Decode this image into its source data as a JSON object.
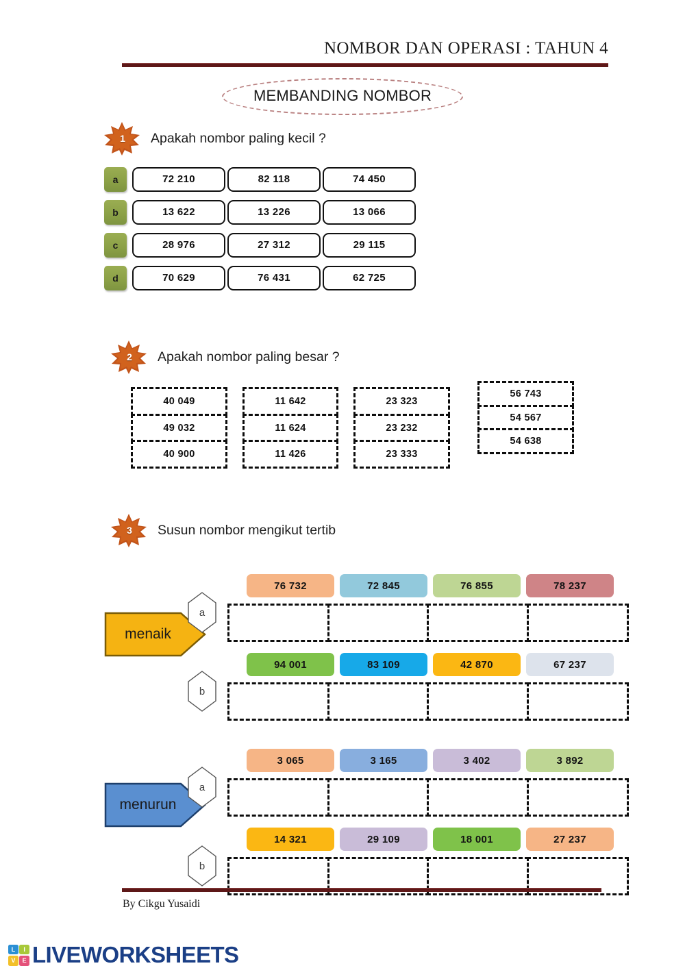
{
  "header": {
    "title": "NOMBOR DAN OPERASI : TAHUN 4",
    "topic": "MEMBANDING NOMBOR",
    "rule_color": "#5d1818",
    "topic_border_color": "#b98080"
  },
  "sections": [
    {
      "number": "1",
      "prompt": "Apakah nombor paling kecil ?",
      "rows": [
        {
          "label": "a",
          "values": [
            "72 210",
            "82 118",
            "74 450"
          ]
        },
        {
          "label": "b",
          "values": [
            "13 622",
            "13 226",
            "13 066"
          ]
        },
        {
          "label": "c",
          "values": [
            "28 976",
            "27 312",
            "29 115"
          ]
        },
        {
          "label": "d",
          "values": [
            "70 629",
            "76 431",
            "62 725"
          ]
        }
      ],
      "badge_color": "#8ba046"
    },
    {
      "number": "2",
      "prompt": "Apakah nombor paling besar ?",
      "groups": [
        {
          "values": [
            "40 049",
            "49 032",
            "40 900"
          ]
        },
        {
          "values": [
            "11 642",
            "11 624",
            "11 426"
          ]
        },
        {
          "values": [
            "23 323",
            "23 232",
            "23 333"
          ]
        },
        {
          "values": [
            "56 743",
            "54 567",
            "54 638"
          ]
        }
      ]
    },
    {
      "number": "3",
      "prompt": "Susun nombor mengikut tertib",
      "orders": [
        {
          "arrow_label": "menaik",
          "arrow_fill": "#f5b312",
          "arrow_stroke": "#7a5c06",
          "rows": [
            {
              "letter": "a",
              "cells": [
                {
                  "value": "76 732",
                  "color": "#f6b586"
                },
                {
                  "value": "72 845",
                  "color": "#92c9dc"
                },
                {
                  "value": "76 855",
                  "color": "#bed694"
                },
                {
                  "value": "78 237",
                  "color": "#cf8487"
                }
              ],
              "answers": [
                "",
                "",
                "",
                ""
              ]
            },
            {
              "letter": "b",
              "cells": [
                {
                  "value": "94 001",
                  "color": "#7fc24a"
                },
                {
                  "value": "83 109",
                  "color": "#17a9e8"
                },
                {
                  "value": "42 870",
                  "color": "#fbb713"
                },
                {
                  "value": "67 237",
                  "color": "#dde3ec"
                }
              ],
              "answers": [
                "",
                "",
                "",
                ""
              ]
            }
          ]
        },
        {
          "arrow_label": "menurun",
          "arrow_fill": "#5a8fd0",
          "arrow_stroke": "#1d3f6b",
          "rows": [
            {
              "letter": "a",
              "cells": [
                {
                  "value": "3 065",
                  "color": "#f6b586"
                },
                {
                  "value": "3 165",
                  "color": "#88aede"
                },
                {
                  "value": "3 402",
                  "color": "#c9bcd8"
                },
                {
                  "value": "3 892",
                  "color": "#bed694"
                }
              ],
              "answers": [
                "",
                "",
                "",
                ""
              ]
            },
            {
              "letter": "b",
              "cells": [
                {
                  "value": "14 321",
                  "color": "#fbb713"
                },
                {
                  "value": "29 109",
                  "color": "#c9bcd8"
                },
                {
                  "value": "18 001",
                  "color": "#7fc24a"
                },
                {
                  "value": "27 237",
                  "color": "#f6b586"
                }
              ],
              "answers": [
                "",
                "",
                "",
                ""
              ]
            }
          ]
        }
      ]
    }
  ],
  "footer": {
    "byline": "By Cikgu Yusaidi",
    "brand": "LIVEWORKSHEETS",
    "brand_color": "#1b3f86",
    "logo_letters": [
      {
        "char": "L",
        "color": "#2b8fd4"
      },
      {
        "char": "I",
        "color": "#a8c93a"
      },
      {
        "char": "V",
        "color": "#f2c029"
      },
      {
        "char": "E",
        "color": "#e4527a"
      }
    ]
  }
}
